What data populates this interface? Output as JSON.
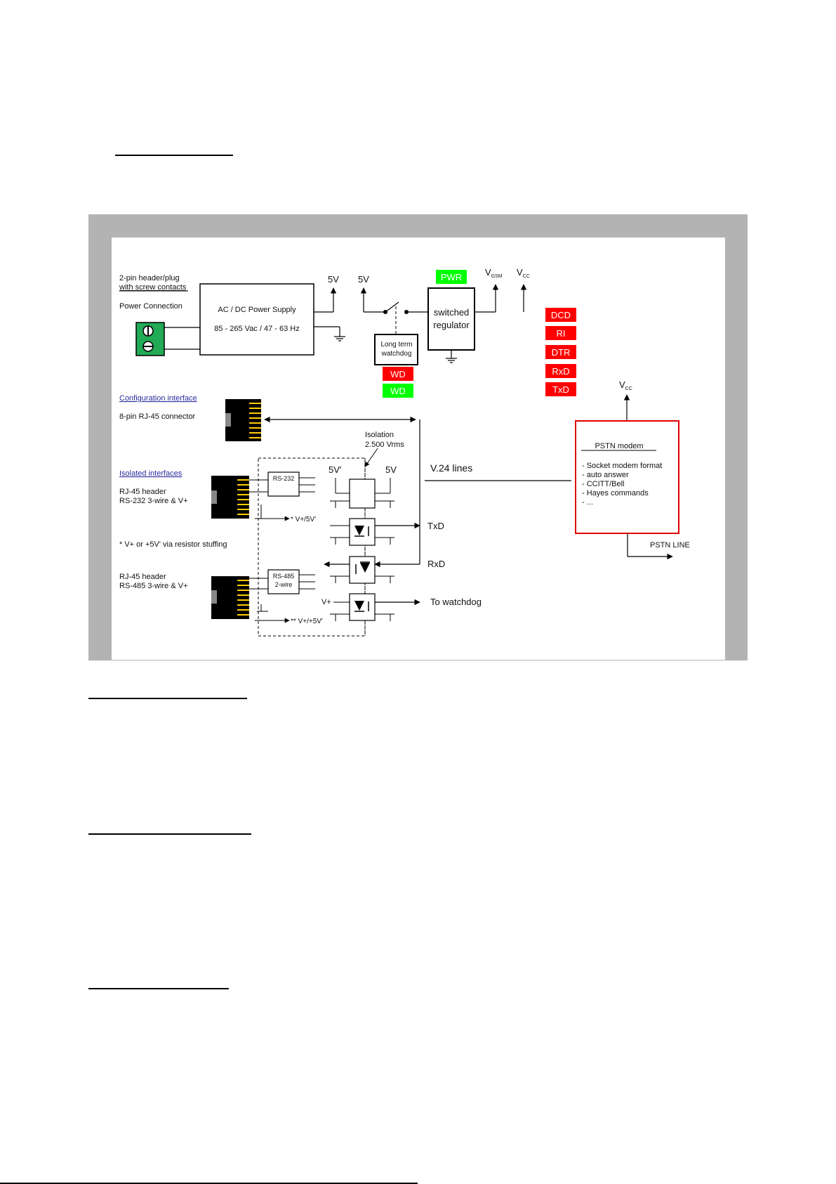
{
  "diagram": {
    "power": {
      "header_label_1": "2-pin header/plug",
      "header_label_2": "with screw contacts",
      "connection_label": "Power Connection",
      "psu_title": "AC / DC Power Supply",
      "psu_range": "85 - 265 Vac / 47 - 63 Hz",
      "v5_a": "5V",
      "v5_b": "5V",
      "watchdog_1": "Long term",
      "watchdog_2": "watchdog",
      "regulator_1": "switched",
      "regulator_2": "regulator",
      "vgsm": "V",
      "vgsm_sub": "GSM",
      "vcc": "V",
      "vcc_sub": "CC"
    },
    "badges": {
      "pwr": "PWR",
      "wd_red": "WD",
      "wd_green": "WD",
      "dcd": "DCD",
      "ri": "RI",
      "dtr": "DTR",
      "rxd": "RxD",
      "txd": "TxD",
      "colors": {
        "red": "#ff0000",
        "green": "#00ff00"
      }
    },
    "config": {
      "title": "Configuration interface",
      "connector": "8-pin RJ-45 connector"
    },
    "isolation": {
      "label_1": "Isolation",
      "label_2": "2.500 Vrms",
      "v5_prime": "5V'",
      "v5": "5V"
    },
    "isolated": {
      "title": "Isolated interfaces",
      "rs232_header_1": "RJ-45 header",
      "rs232_header_2": "RS-232 3-wire & V+",
      "rs232_box": "RS-232",
      "rs232_note": "* V+/5V'",
      "stuffing_note": "* V+ or +5V' via resistor stuffing",
      "rs485_header_1": "RJ-45 header",
      "rs485_header_2": "RS-485 3-wire & V+",
      "rs485_box_1": "RS-485",
      "rs485_box_2": "2-wire",
      "rs485_note": "** V+/+5V'",
      "vplus": "V+"
    },
    "signals": {
      "v24": "V.24 lines",
      "txd": "TxD",
      "rxd": "RxD",
      "to_watchdog": "To watchdog"
    },
    "modem": {
      "vcc": "V",
      "vcc_sub": "CC",
      "title": "PSTN modem",
      "features": [
        "- Socket modem format",
        "- auto answer",
        "- CCITT/Bell",
        "- Hayes commands",
        "- ..."
      ],
      "line": "PSTN LINE",
      "border_color": "#e00000"
    }
  }
}
